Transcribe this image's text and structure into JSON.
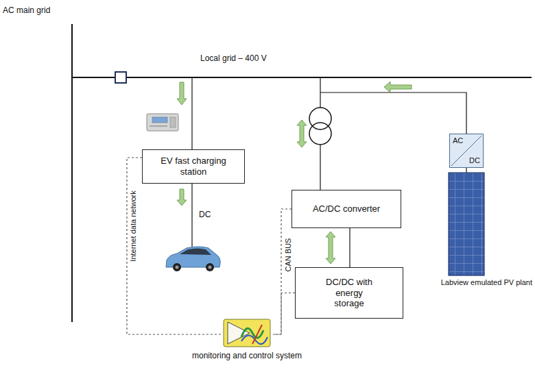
{
  "diagram": {
    "nodes": [
      {
        "text": [
          "EV fast charging station"
        ]
      },
      {
        "text": [
          "AC/DC converter"
        ]
      },
      {
        "text": [
          "DC/DC with energy storage"
        ]
      },
      {
        "text": [
          "AC",
          "DC"
        ]
      },
      {
        "text": [
          "monitoring and control system"
        ]
      }
    ],
    "edges": [
      {
        "from": 0,
        "to": 4,
        "arrow": "none",
        "label": "Internet data network"
      },
      {
        "from": 1,
        "to": 4,
        "arrow": "none",
        "label": "CAN BUS"
      },
      {
        "from": 2,
        "to": 4,
        "arrow": "none"
      },
      {
        "from": 1,
        "to": 2,
        "arrow": "none"
      }
    ],
    "labels": [
      "AC main grid",
      "Local grid – 400 V",
      "DC",
      "Labview emulated PV plant"
    ]
  }
}
